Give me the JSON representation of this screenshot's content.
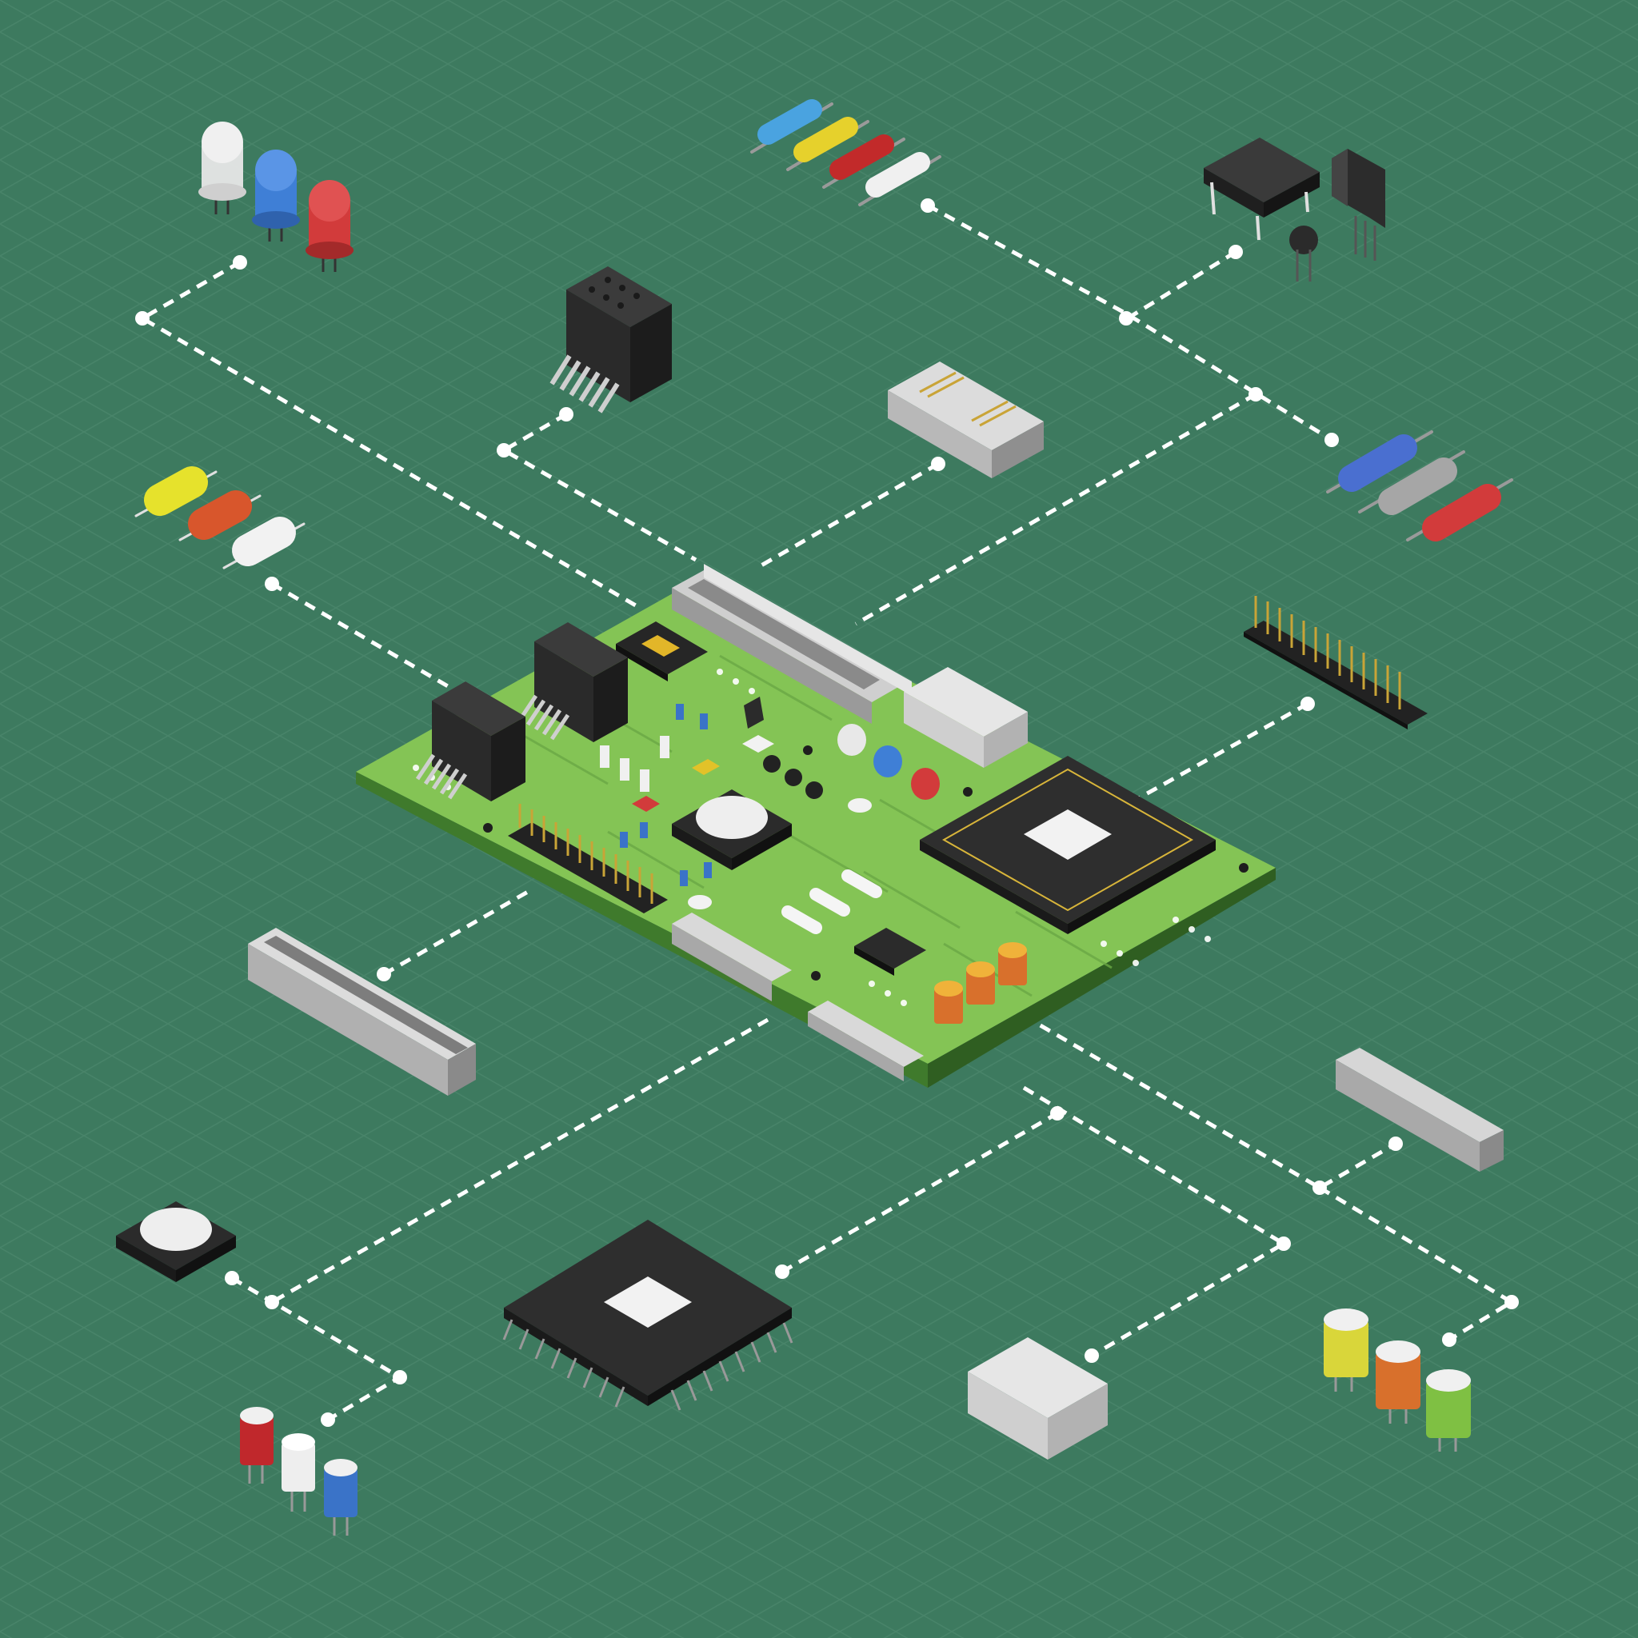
{
  "illustration": {
    "subject": "isometric-circuit-board-with-exploded-components",
    "colors": {
      "background": "#3d7a5f",
      "grid_line": "#4f8a70",
      "board_top": "#84c455",
      "board_side": "#3f7a2c",
      "connector_dash": "#ffffff",
      "chip_black": "#2b2b2b",
      "connector_gray": "#d9d9d9",
      "header_pin_gold": "#c9a437"
    },
    "components": [
      {
        "name": "led-cluster",
        "colors": [
          "#e7e7e7",
          "#3f7fd6",
          "#d23b3b"
        ]
      },
      {
        "name": "axial-resistor-row-top",
        "colors": [
          "#4aa3e0",
          "#e6d12c",
          "#c22a2a",
          "#f0f0f0"
        ]
      },
      {
        "name": "ic-and-transistor-group",
        "colors": [
          "#2b2b2b"
        ]
      },
      {
        "name": "socket-connector-black",
        "colors": [
          "#2b2b2b"
        ]
      },
      {
        "name": "idc-connector-gray",
        "colors": [
          "#d9d9d9",
          "#c9a437"
        ]
      },
      {
        "name": "resistor-row-right",
        "colors": [
          "#4a6fd0",
          "#a6a6a6",
          "#d23b3b"
        ]
      },
      {
        "name": "capacitor-row-left",
        "colors": [
          "#e6e22c",
          "#d8562c",
          "#f2f2f2"
        ]
      },
      {
        "name": "pin-header-gold",
        "colors": [
          "#c9a437"
        ]
      },
      {
        "name": "edge-slot-connector",
        "colors": [
          "#d9d9d9"
        ]
      },
      {
        "name": "gray-latch-connector",
        "colors": [
          "#d0d0d0"
        ]
      },
      {
        "name": "push-button",
        "colors": [
          "#2b2b2b",
          "#eeeeee"
        ]
      },
      {
        "name": "cpu-chip",
        "colors": [
          "#2b2b2b",
          "#eeeeee"
        ]
      },
      {
        "name": "breadboard-block",
        "colors": [
          "#d9d9d9"
        ]
      },
      {
        "name": "electrolytic-capacitors-right",
        "colors": [
          "#d9d63a",
          "#d8702c",
          "#7fc043"
        ]
      },
      {
        "name": "electrolytic-capacitors-left",
        "colors": [
          "#c0282c",
          "#eeeeee",
          "#3a73c8"
        ]
      }
    ]
  }
}
